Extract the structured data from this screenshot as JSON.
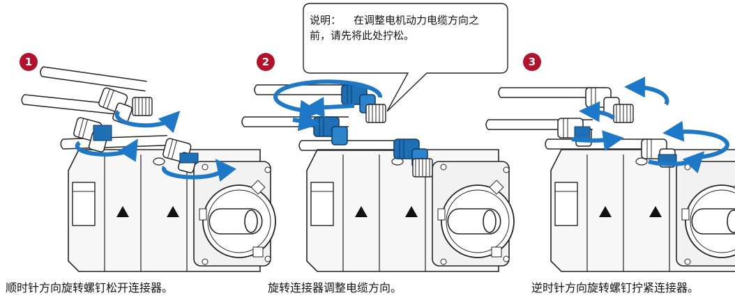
{
  "note": {
    "label": "说明：",
    "line1": "在调整电机动力电缆方向之",
    "line2": "前，请先将此处拧松。"
  },
  "steps": [
    {
      "number": "1",
      "caption": "顺时针方向旋转螺钉松开连接器。"
    },
    {
      "number": "2",
      "caption": "旋转连接器调整电缆方向。"
    },
    {
      "number": "3",
      "caption": "逆时针方向旋转螺钉拧紧连接器。"
    }
  ],
  "colors": {
    "badge": "#b3122c",
    "arrow": "#1e78c8",
    "connector_blue": "#1f6fb4"
  }
}
